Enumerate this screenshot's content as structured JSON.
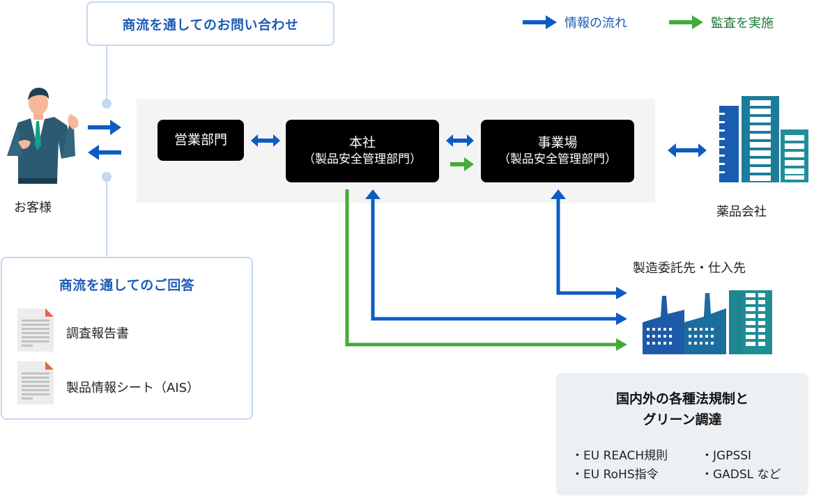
{
  "legend": {
    "info_flow": {
      "label": "情報の流れ",
      "color": "#0c5cc4",
      "icon": "arrow-right-icon"
    },
    "audit": {
      "label": "監査を実施",
      "color": "#44ab3a",
      "text_color": "#1e7a34",
      "icon": "arrow-right-icon"
    }
  },
  "inquiry_callout": {
    "title": "商流を通してのお問い合わせ"
  },
  "response_callout": {
    "title": "商流を通してのご回答",
    "items": [
      {
        "label": "調査報告書",
        "icon": "document-icon"
      },
      {
        "label": "製品情報シート（AIS）",
        "icon": "document-icon"
      }
    ]
  },
  "customer": {
    "label": "お客様",
    "icon": "businessman-icon"
  },
  "nodes": {
    "sales": {
      "title": "営業部門"
    },
    "headquarters": {
      "title": "本社",
      "subtitle": "（製品安全管理部門）"
    },
    "site": {
      "title": "事業場",
      "subtitle": "（製品安全管理部門）"
    }
  },
  "pharma": {
    "label": "薬品会社",
    "icon": "office-buildings-icon"
  },
  "suppliers": {
    "label": "製造委託先・仕入先",
    "icon": "factory-icon"
  },
  "regulations": {
    "title_line1": "国内外の各種法規制と",
    "title_line2": "グリーン調達",
    "items": [
      "・EU REACH規則",
      "・JGPSSI",
      "・EU RoHS指令",
      "・GADSL など"
    ]
  },
  "colors": {
    "blue": "#0c5cc4",
    "green": "#44ab3a",
    "callout_border": "#c4d8ee",
    "node_bg": "#000000"
  }
}
